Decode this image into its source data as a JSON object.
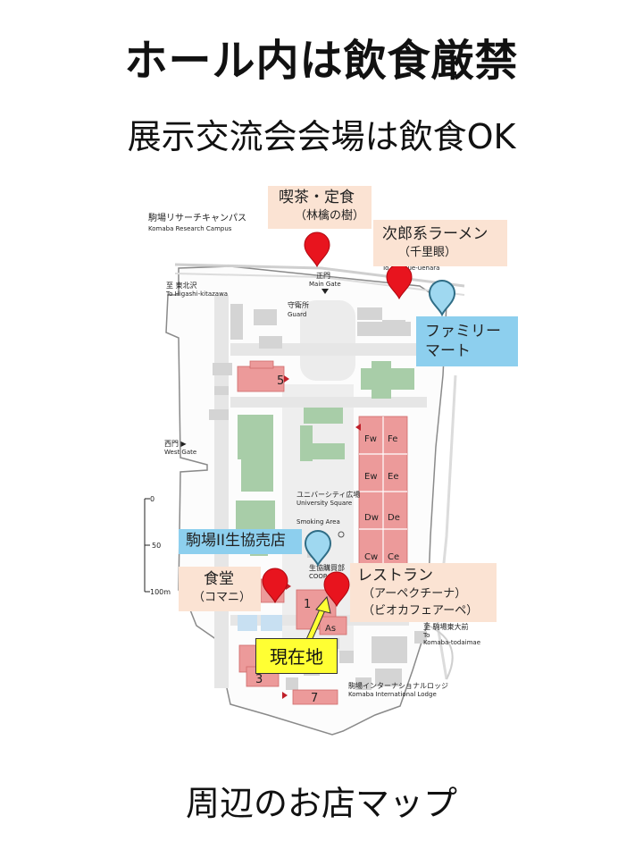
{
  "header": {
    "title": "ホール内は飲食厳禁",
    "subtitle": "展示交流会会場は飲食OK"
  },
  "footer": {
    "caption": "周辺のお店マップ"
  },
  "map": {
    "campus_name_jp": "駒場リサーチキャンパス",
    "campus_name_en": "Komaba Research Campus",
    "main_gate_jp": "正門",
    "main_gate_en": "Main Gate",
    "guard_jp": "守衛所",
    "guard_en": "Guard",
    "to_higashi_jp": "至 東北沢",
    "to_higashi_en": "To Higashi-kitazawa",
    "to_ikenoue_en": "To Ikenoue-uehara",
    "west_gate_jp": "西門 ▶",
    "west_gate_en": "West Gate",
    "univ_square_jp": "ユニバーシティ広場",
    "univ_square_en": "University Square",
    "smoking_area": "Smoking Area",
    "coop_jp": "生協購買部",
    "coop_en": "COOP Store",
    "to_komaba_jp": "至 駒場東大前",
    "to_komaba_en1": "To",
    "to_komaba_en2": "Komaba-todaimae",
    "lodge_jp": "駒場インターナショナルロッジ",
    "lodge_en": "Komaba International Lodge",
    "scale": [
      "0",
      "50",
      "100m"
    ],
    "building_numbers": [
      "5",
      "1",
      "3",
      "7"
    ],
    "building_codes": [
      "Fw",
      "Fe",
      "Ew",
      "Ee",
      "Dw",
      "De",
      "Cw",
      "Ce",
      "As"
    ],
    "colors": {
      "pin_red": "#e8141e",
      "pin_blue": "#9fd8f0",
      "building_red": "#ec9a9a",
      "building_green": "#a8cda8",
      "road": "#e6e6e6"
    }
  },
  "shops": {
    "kissa_title": "喫茶・定食",
    "kissa_sub": "（林檎の樹）",
    "jiro_title": "次郎系ラーメン",
    "jiro_sub": "（千里眼）",
    "family_1": "ファミリー",
    "family_2": "マート",
    "coop_shop": "駒場II生協売店",
    "shokudo_title": "食堂",
    "shokudo_sub": "（コマニ）",
    "resto_title": "レストラン",
    "resto_sub1": "（アーペクチーナ）",
    "resto_sub2": "（ビオカフェアーペ）",
    "current_location": "現在地"
  }
}
